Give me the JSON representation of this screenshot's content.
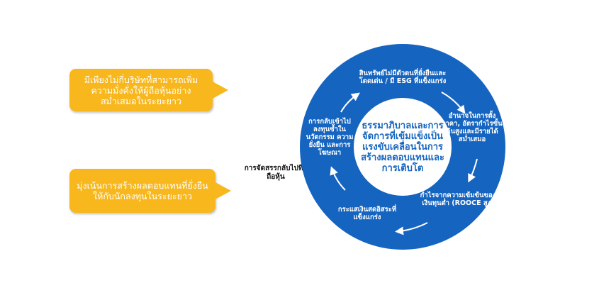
{
  "callouts": [
    {
      "text": "มีเพียงไม่กี่บริษัทที่สามารถเพิ่มความมั่งคั่งให้ผู้ถือหุ้นอย่างสม่ำเสมอในระยะยาว"
    },
    {
      "text": "มุ่งเน้นการสร้างผลตอบแทนที่ยั่งยืนให้กับนักลงทุนในระยะยาว"
    }
  ],
  "side_label": "การจัดสรรกลับไปที่ผู้ถือหุ้น",
  "ring": {
    "center": "ธรรมาภิบาลและการจัดการที่เข้มแข็งเป็นแรงขับเคลื่อนในการสร้างผลตอบแทนและการเติบโต",
    "segments": [
      "สินทรัพย์ไม่มีตัวตนที่ยั่งยืนและโดดเด่น / มี ESG ที่แข็งแกร่ง",
      "อำนาจในการตั้งราคา, อัตรากำไรขั้นต้นสูงและมีรายได้สม่ำเสมอ",
      "กำไรจากความเข้มข้นของเงินทุนต่ำ (ROOCE สูง)",
      "กระแสเงินสดอิสระที่แข็งแกร่ง",
      "การกลับเข้าไปลงทุนซ้ำในนวัตกรรม ความยั่งยืน และการโฆษณา"
    ]
  },
  "colors": {
    "ring": "#1565c0",
    "callout": "#f7b71d"
  }
}
